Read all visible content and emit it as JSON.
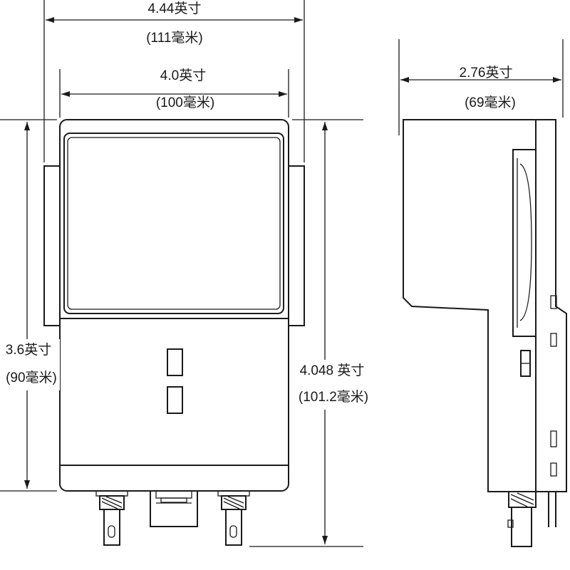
{
  "dimensions": {
    "outer_width": {
      "inch": "4.44英寸",
      "mm": "(111毫米)"
    },
    "inner_width": {
      "inch": "4.0英寸",
      "mm": "(100毫米)"
    },
    "side_depth": {
      "inch": "2.76英寸",
      "mm": "(69毫米)"
    },
    "body_height": {
      "inch": "3.6英寸",
      "mm": "(90毫米)"
    },
    "total_height": {
      "inch": "4.048 英寸",
      "mm": "(101.2毫米)"
    }
  }
}
